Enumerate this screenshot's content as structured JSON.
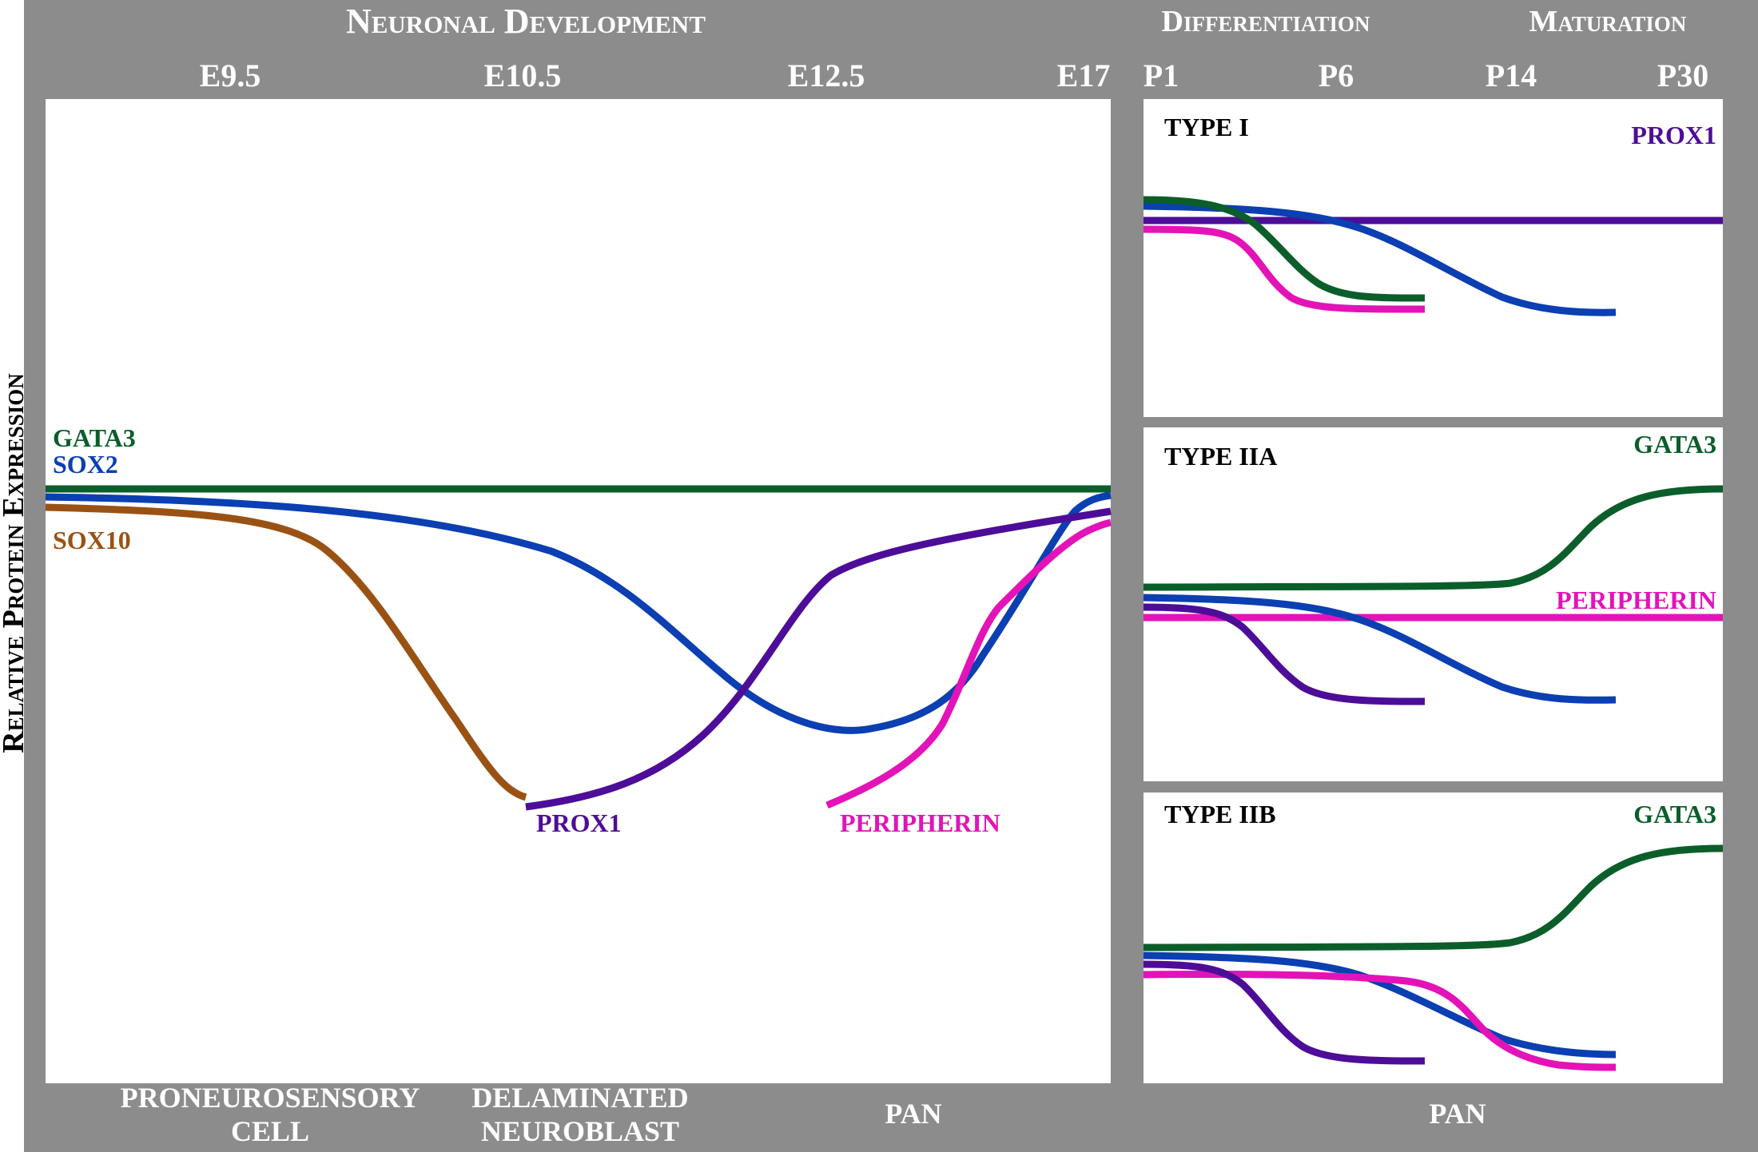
{
  "colors": {
    "frame": "#8c8c8c",
    "panel": "#ffffff",
    "gata3": "#0b5e2a",
    "sox2": "#0b3fb2",
    "sox10": "#9a5214",
    "prox1": "#4d0d98",
    "peripherin": "#e313b8",
    "header_text": "#ffffff",
    "panel_title": "#000000"
  },
  "headers": {
    "neuronal_development": "Neuronal Development",
    "differentiation": "Differentiation",
    "maturation": "Maturation"
  },
  "y_axis_label": "Relative Protein Expression",
  "main_ticks": [
    "E9.5",
    "E10.5",
    "E12.5",
    "E17"
  ],
  "right_ticks": [
    "P1",
    "P6",
    "P14",
    "P30"
  ],
  "bottom_labels": {
    "main_stage_1": [
      "PRONEUROSENSORY",
      "CELL"
    ],
    "main_stage_2": [
      "DELAMINATED",
      "NEUROBLAST"
    ],
    "main_stage_3": "PAN",
    "right_stage": "PAN"
  },
  "main_panel_labels": {
    "gata3": "GATA3",
    "sox2": "SOX2",
    "sox10": "SOX10",
    "prox1": "PROX1",
    "peripherin": "PERIPHERIN"
  },
  "subpanels": [
    {
      "title": "TYPE I",
      "marker": "PROX1",
      "marker_color": "#4d0d98",
      "middle_label": ""
    },
    {
      "title": "TYPE IIA",
      "marker": "GATA3",
      "marker_color": "#0b5e2a",
      "middle_label": "PERIPHERIN"
    },
    {
      "title": "TYPE IIB",
      "marker": "GATA3",
      "marker_color": "#0b5e2a",
      "middle_label": ""
    }
  ]
}
